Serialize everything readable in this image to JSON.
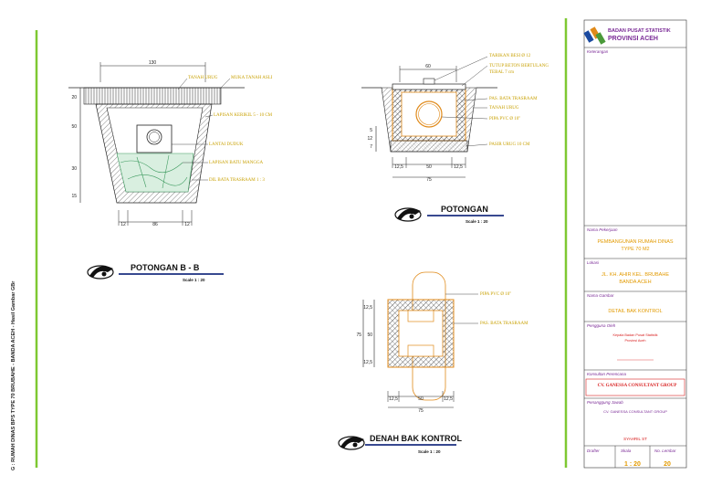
{
  "side_caption": "G : RUMAH DINAS BPS TYPE 70 BRUBAHE - BANDA ACEH - Hasil Gambar GBr",
  "section_bb": {
    "title": "POTONGAN B - B",
    "scale": "Scale  1 : 20",
    "top_dim": "130",
    "bottom_dims": [
      "12",
      "86",
      "12"
    ],
    "left_dims": [
      "20",
      "50",
      "30",
      "15"
    ],
    "labels": [
      "TANAH URUG",
      "MUKA TANAH ASLI",
      "LAPISAN KERIKIL 5 - 10 CM",
      "LANTAI DUDUK",
      "LAPISAN BATU MANGGA",
      "DIL BATA TRASRAAM 1 : 3"
    ]
  },
  "section": {
    "title": "POTONGAN",
    "scale": "Scale  1 : 20",
    "top_dim": "60",
    "bottom_dims": [
      "12,5",
      "50",
      "12,5"
    ],
    "total_dim": "75",
    "left_dims": [
      "5",
      "12",
      "7"
    ],
    "labels": [
      "TARIKAN BESI Ø 12",
      "TUTUP BETON BERTULANG",
      "TEBAL 7 cm",
      "PAS. BATA TRASRAAM",
      "TANAH URUG",
      "PIPA PVC Ø 10\"",
      "PASIR URUG 10 CM"
    ]
  },
  "plan": {
    "title": "DENAH BAK KONTROL",
    "scale": "Scale  1 : 20",
    "left_dims": [
      "12,5",
      "50",
      "12,5"
    ],
    "left_total": "75",
    "bottom_dims": [
      "12,5",
      "50",
      "12,5"
    ],
    "bottom_total": "75",
    "labels": [
      "PIPA PVC Ø 10\"",
      "PAS. BATA TRASRAAM"
    ]
  },
  "title_block": {
    "org_line1": "BADAN PUSAT STATISTIK",
    "org_line2": "PROVINSI ACEH",
    "keterangan_label": "Keterangan",
    "pekerjaan_label": "Nama Pekerjaan",
    "pekerjaan_value_1": "PEMBANGUNAN  RUMAH  DINAS",
    "pekerjaan_value_2": "TYPE  70 M2",
    "lokasi_label": "Lokasi",
    "lokasi_value_1": "JL. KH. AHIR KEL. BRUBAHE",
    "lokasi_value_2": "BANDA ACEH",
    "gambar_label": "Nama Gambar",
    "gambar_value": "DETAIL  BAK  KONTROL",
    "pengguna_label": "Pengguna Oleh",
    "pengguna_value_1": "Kepala Badan Pusat Statistik",
    "pengguna_value_2": "Provinsi Aceh",
    "konsultan_label": "Konsultan Perencana",
    "konsultan_value": "CV. GANESSA CONSULTANT GROUP",
    "pj_label": "Penanggung Jawab",
    "pj_value": "CV. GANESSA CONSULTANT GROUP",
    "drafter_name": "SYAHRIL ST",
    "drafter_label": "Drafter",
    "skala_label": "Skala",
    "skala_value": "1 : 20",
    "lembar_label": "No. Lembar",
    "lembar_value": "20"
  },
  "colors": {
    "frame_green": "#7ec832",
    "title_underline": "#1b2f80",
    "hatch_orange": "#e08a1a",
    "label_gold": "#c8a000",
    "tb_purple": "#7a2a96",
    "tb_orange": "#e29a00",
    "water_green": "#6cbf8e"
  }
}
